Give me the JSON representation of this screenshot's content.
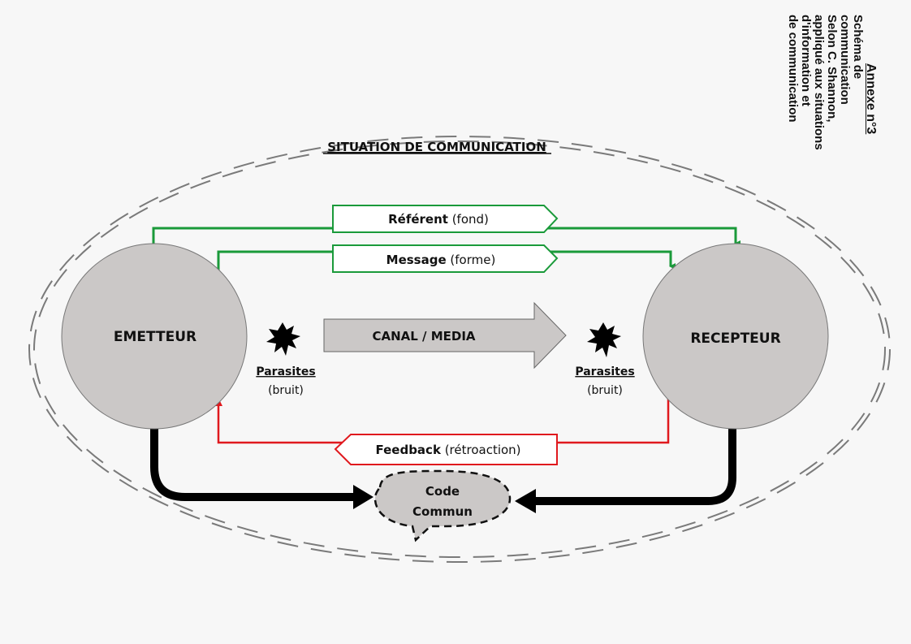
{
  "annexe": {
    "title": "Annexe n°3",
    "lines": [
      "Schéma de communication",
      "Selon C. Shannon,",
      "appliqué aux situations",
      "d'information et",
      "de communication"
    ]
  },
  "situation_label": "SITUATION DE COMMUNICATION",
  "emetteur": "EMETTEUR",
  "recepteur": "RECEPTEUR",
  "referent": {
    "bold": "Référent",
    "normal": " (fond)"
  },
  "message": {
    "bold": "Message",
    "normal": " (forme)"
  },
  "canal": "CANAL / MEDIA",
  "parasites_left": {
    "title": "Parasites",
    "sub": "(bruit)"
  },
  "parasites_right": {
    "title": "Parasites",
    "sub": "(bruit)"
  },
  "feedback": {
    "bold": "Feedback",
    "normal": " (rétroaction)"
  },
  "code": {
    "line1": "Code",
    "line2": "Commun"
  },
  "colors": {
    "green": "#1a9a3a",
    "red": "#e0191e",
    "gray_fill": "#cbc8c7",
    "black": "#000000",
    "dash": "#777777"
  }
}
